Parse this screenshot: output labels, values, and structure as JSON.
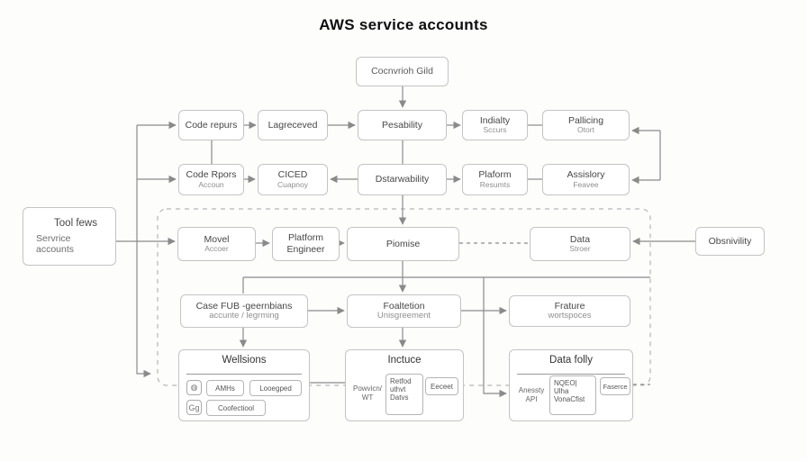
{
  "title": "AWS service accounts",
  "nodes": {
    "coconvrioh": {
      "label": "Cocnvrioh Gild"
    },
    "code_repurs": {
      "label": "Code repurs"
    },
    "lagreceved": {
      "label": "Lagreceved"
    },
    "pesability": {
      "label": "Pesability"
    },
    "indialty": {
      "label": "Indialty",
      "sub": "Sccurs"
    },
    "pallicing": {
      "label": "Pallicing",
      "sub": "Otort"
    },
    "code_rpors": {
      "label": "Code Rpors",
      "sub": "Accoun"
    },
    "ciced": {
      "label": "CICED",
      "sub": "Cuapnoy"
    },
    "dstarwability": {
      "label": "Dstarwability"
    },
    "plaform": {
      "label": "Plaform",
      "sub": "Resumts"
    },
    "assislory": {
      "label": "Assislory",
      "sub": "Feavee"
    },
    "tool_fews": {
      "label": "Tool fews",
      "sub1": "Servrice",
      "sub2": "accounts"
    },
    "movel": {
      "label": "Movel",
      "sub": "Accoer"
    },
    "platform_engineer": {
      "label": "Platform",
      "sub": "Engineer"
    },
    "piomise": {
      "label": "Piomise"
    },
    "data_stroer": {
      "label": "Data",
      "sub": "Stroer"
    },
    "obsnivility": {
      "label": "Obsnivility"
    },
    "case_fub": {
      "label": "Case FUB -geernbians",
      "sub": "accunte / legrming"
    },
    "foaltetion": {
      "label": "Foaltetion",
      "sub": "Unisgreement"
    },
    "frature": {
      "label": "Frature",
      "sub": "wortspoces"
    },
    "wellsions": {
      "title": "Wellsions",
      "icon1_glyph": "◍",
      "icon2_glyph": "Gg",
      "chips": [
        "AMHs",
        "Looegped",
        "Coofectiool"
      ]
    },
    "inctuce": {
      "title": "Inctuce",
      "side1": "Powvicn/",
      "side2": "WT",
      "tall_chip": [
        "Retfod",
        "uthvt",
        "Datvs"
      ],
      "chip": "Eeceet"
    },
    "data_folly": {
      "title": "Data folly",
      "side1": "Anessty",
      "side2": "API",
      "tall_chip": [
        "NQEO|",
        "Ulha",
        "VonaCfist"
      ],
      "chip": "Faserce"
    }
  },
  "colors": {
    "connector": "#8a8a8a",
    "dashed_border": "#b5b5b5",
    "box_border": "#c4c4c4"
  }
}
